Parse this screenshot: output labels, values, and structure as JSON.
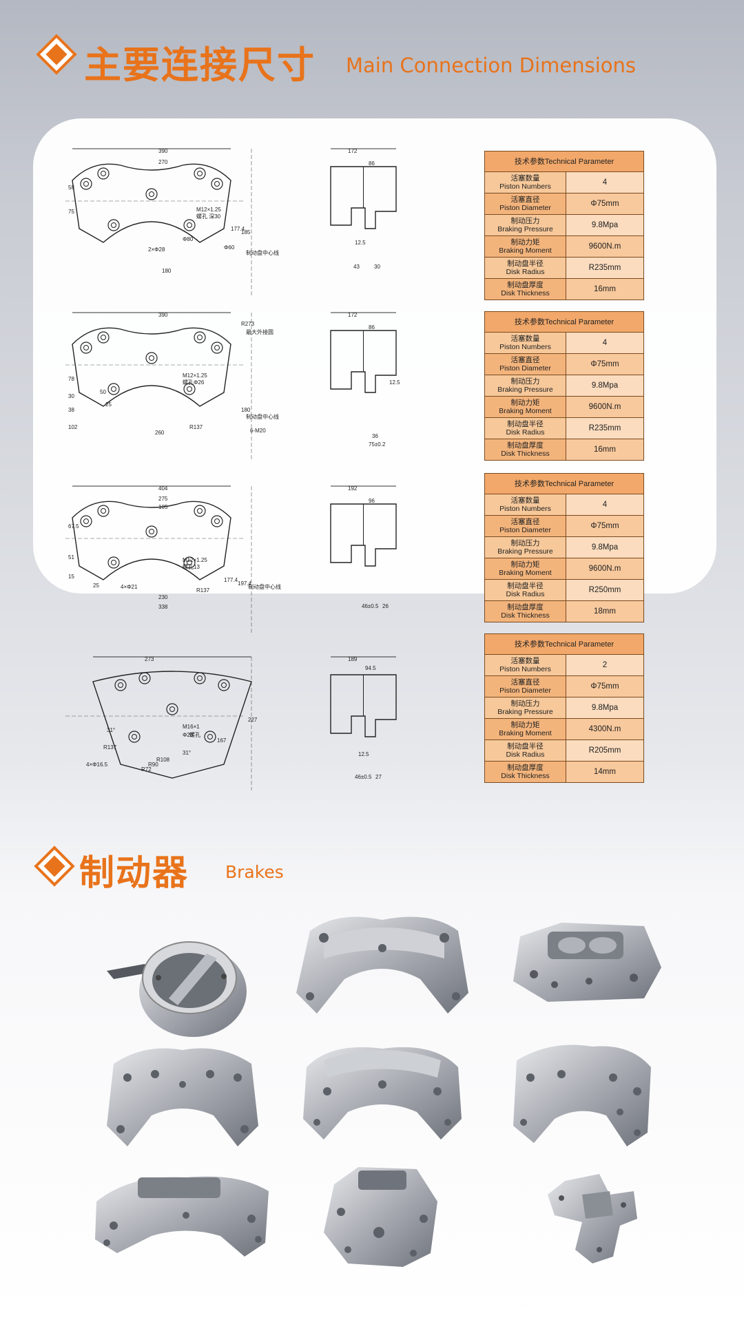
{
  "section1": {
    "title_cn": "主要连接尺寸",
    "title_en": "Main Connection Dimensions"
  },
  "section2": {
    "title_cn": "制动器",
    "title_en": "Brakes"
  },
  "colors": {
    "accent": "#e8731b",
    "table_header": "#f2a86a",
    "table_cell": "#f6c89a"
  },
  "drawings": [
    {
      "labels": [
        "390",
        "270",
        "58",
        "75",
        "M12×1.25",
        "螺孔 深30",
        "Φ80",
        "Φ60",
        "2×Φ28",
        "180",
        "177.4",
        "185",
        "制动盘中心线",
        "172",
        "86",
        "12.5",
        "43",
        "30"
      ]
    },
    {
      "labels": [
        "390",
        "R273",
        "最大外接圆",
        "M12×1.25",
        "螺孔Φ26",
        "78",
        "30",
        "38",
        "102",
        "50",
        "25",
        "260",
        "R137",
        "6-M20",
        "180",
        "制动盘中心线",
        "172",
        "86",
        "12.5",
        "36",
        "75±0.2"
      ]
    },
    {
      "labels": [
        "404",
        "275",
        "105",
        "67.5",
        "51",
        "15",
        "M12×1.25",
        "螺孔13",
        "4×Φ21",
        "25",
        "230",
        "338",
        "R137",
        "177.4",
        "197.4",
        "制动盘中心线",
        "192",
        "96",
        "46±0.5",
        "26"
      ]
    },
    {
      "labels": [
        "273",
        "M16×1",
        "Φ28",
        "螺孔",
        "31°",
        "31°",
        "4×Φ16.5",
        "R137",
        "R72",
        "R90",
        "R108",
        "227",
        "167",
        "189",
        "94.5",
        "12.5",
        "46±0.5",
        "27"
      ]
    }
  ],
  "tables": [
    {
      "header": "技术参数Technical Parameter",
      "rows": [
        {
          "cn": "活塞数量",
          "en": "Piston Numbers",
          "value": "4"
        },
        {
          "cn": "活塞直径",
          "en": "Piston Diameter",
          "value": "Φ75mm"
        },
        {
          "cn": "制动压力",
          "en": "Braking Pressure",
          "value": "9.8Mpa"
        },
        {
          "cn": "制动力矩",
          "en": "Braking Moment",
          "value": "9600N.m"
        },
        {
          "cn": "制动盘半径",
          "en": "Disk Radius",
          "value": "R235mm"
        },
        {
          "cn": "制动盘厚度",
          "en": "Disk Thickness",
          "value": "16mm"
        }
      ]
    },
    {
      "header": "技术参数Technical Parameter",
      "rows": [
        {
          "cn": "活塞数量",
          "en": "Piston Numbers",
          "value": "4"
        },
        {
          "cn": "活塞直径",
          "en": "Piston Diameter",
          "value": "Φ75mm"
        },
        {
          "cn": "制动压力",
          "en": "Braking Pressure",
          "value": "9.8Mpa"
        },
        {
          "cn": "制动力矩",
          "en": "Braking Moment",
          "value": "9600N.m"
        },
        {
          "cn": "制动盘半径",
          "en": "Disk Radius",
          "value": "R235mm"
        },
        {
          "cn": "制动盘厚度",
          "en": "Disk Thickness",
          "value": "16mm"
        }
      ]
    },
    {
      "header": "技术参数Technical Parameter",
      "rows": [
        {
          "cn": "活塞数量",
          "en": "Piston Numbers",
          "value": "4"
        },
        {
          "cn": "活塞直径",
          "en": "Piston Diameter",
          "value": "Φ75mm"
        },
        {
          "cn": "制动压力",
          "en": "Braking Pressure",
          "value": "9.8Mpa"
        },
        {
          "cn": "制动力矩",
          "en": "Braking Moment",
          "value": "9600N.m"
        },
        {
          "cn": "制动盘半径",
          "en": "Disk Radius",
          "value": "R250mm"
        },
        {
          "cn": "制动盘厚度",
          "en": "Disk Thickness",
          "value": "18mm"
        }
      ]
    },
    {
      "header": "技术参数Technical Parameter",
      "rows": [
        {
          "cn": "活塞数量",
          "en": "Piston Numbers",
          "value": "2"
        },
        {
          "cn": "活塞直径",
          "en": "Piston Diameter",
          "value": "Φ75mm"
        },
        {
          "cn": "制动压力",
          "en": "Braking Pressure",
          "value": "9.8Mpa"
        },
        {
          "cn": "制动力矩",
          "en": "Braking Moment",
          "value": "4300N.m"
        },
        {
          "cn": "制动盘半径",
          "en": "Disk Radius",
          "value": "R205mm"
        },
        {
          "cn": "制动盘厚度",
          "en": "Disk Thickness",
          "value": "14mm"
        }
      ]
    }
  ]
}
